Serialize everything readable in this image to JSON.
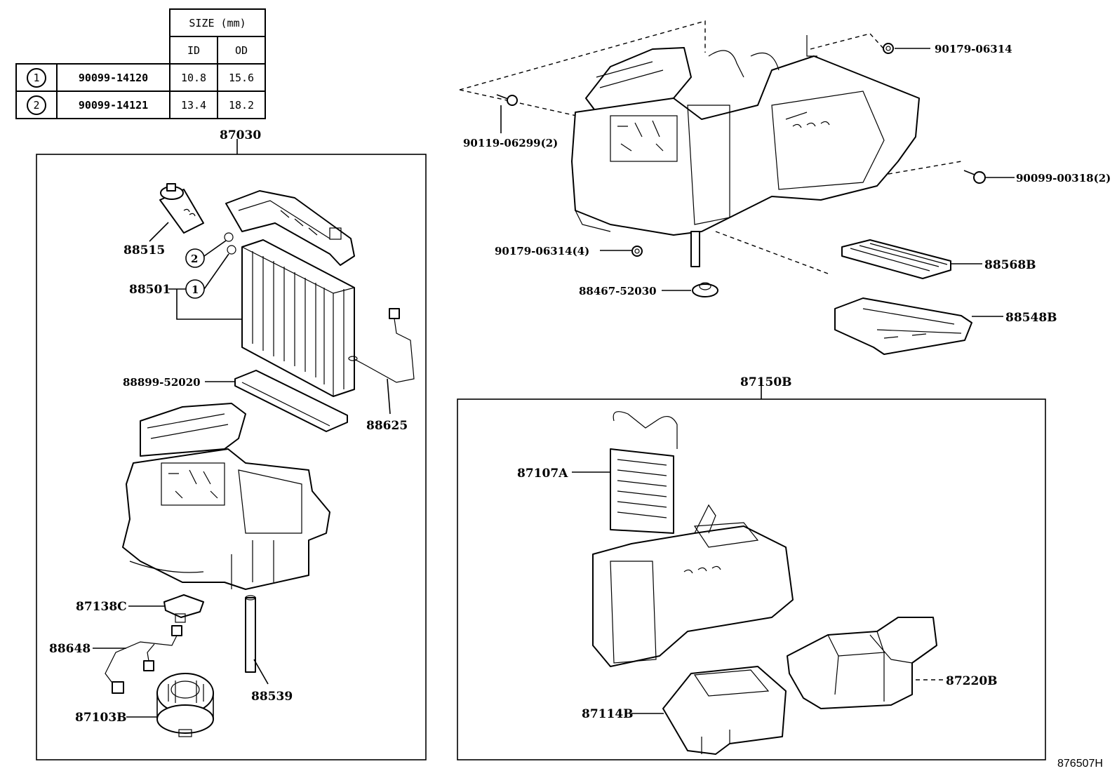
{
  "size_table": {
    "header": "SIZE (mm)",
    "col_id": "ID",
    "col_od": "OD",
    "rows": [
      {
        "marker": "1",
        "part": "90099-14120",
        "id": "10.8",
        "od": "15.6"
      },
      {
        "marker": "2",
        "part": "90099-14121",
        "id": "13.4",
        "od": "18.2"
      }
    ]
  },
  "groups": {
    "left": "87030",
    "right": "87150B"
  },
  "labels": {
    "p88515": "88515",
    "p88501": "88501",
    "p88899": "88899-52020",
    "p88625": "88625",
    "p87138C": "87138C",
    "p88648": "88648",
    "p87103B": "87103B",
    "p88539": "88539",
    "p90119": "90119-06299(2)",
    "p90179a": "90179-06314",
    "p90099": "90099-00318(2)",
    "p90179b": "90179-06314(4)",
    "p88467": "88467-52030",
    "p88568B": "88568B",
    "p88548B": "88548B",
    "p87107A": "87107A",
    "p87114B": "87114B",
    "p87220B": "87220B"
  },
  "callouts": {
    "one": "1",
    "two": "2"
  },
  "figure_id": "876507H"
}
